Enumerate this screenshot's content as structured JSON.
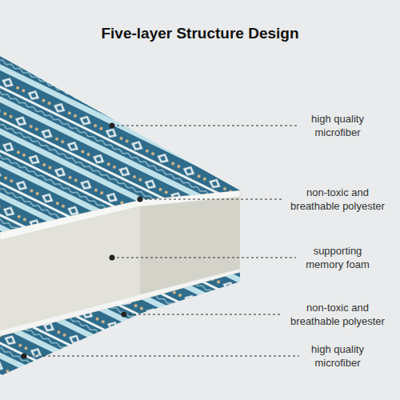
{
  "diagram": {
    "title": "Five-layer Structure Design",
    "labels": [
      "high quality microfiber",
      "non-toxic and breathable polyester",
      "supporting memory foam",
      "non-toxic and breathable polyester",
      "high quality microfiber"
    ]
  }
}
